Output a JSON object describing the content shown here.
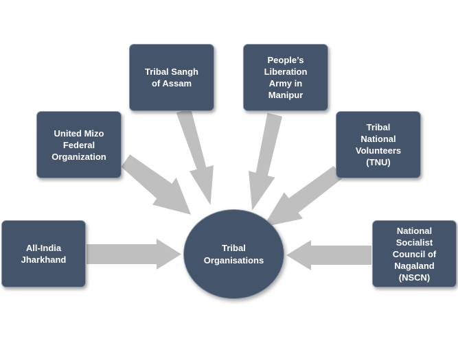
{
  "center": {
    "label": "Tribal\nOrganisations"
  },
  "nodes": [
    {
      "id": "tribal-sangh-of-assam",
      "label": "Tribal Sangh\nof Assam"
    },
    {
      "id": "peoples-liberation-army-in-manipur",
      "label": "People’s\nLiberation\nArmy in\nManipur"
    },
    {
      "id": "united-mizo-federal-organization",
      "label": "United Mizo\nFederal\nOrganization"
    },
    {
      "id": "tribal-national-volunteers",
      "label": "Tribal\nNational\nVolunteers\n(TNU)"
    },
    {
      "id": "all-india-jharkhand",
      "label": "All-India\nJharkhand"
    },
    {
      "id": "national-socialist-council-of-nagaland",
      "label": "National\nSocialist\nCouncil of\nNagaland\n(NSCN)"
    }
  ],
  "colors": {
    "box_fill": "#44546a",
    "arrow_fill": "#bfbfbf",
    "text": "#ffffff"
  }
}
